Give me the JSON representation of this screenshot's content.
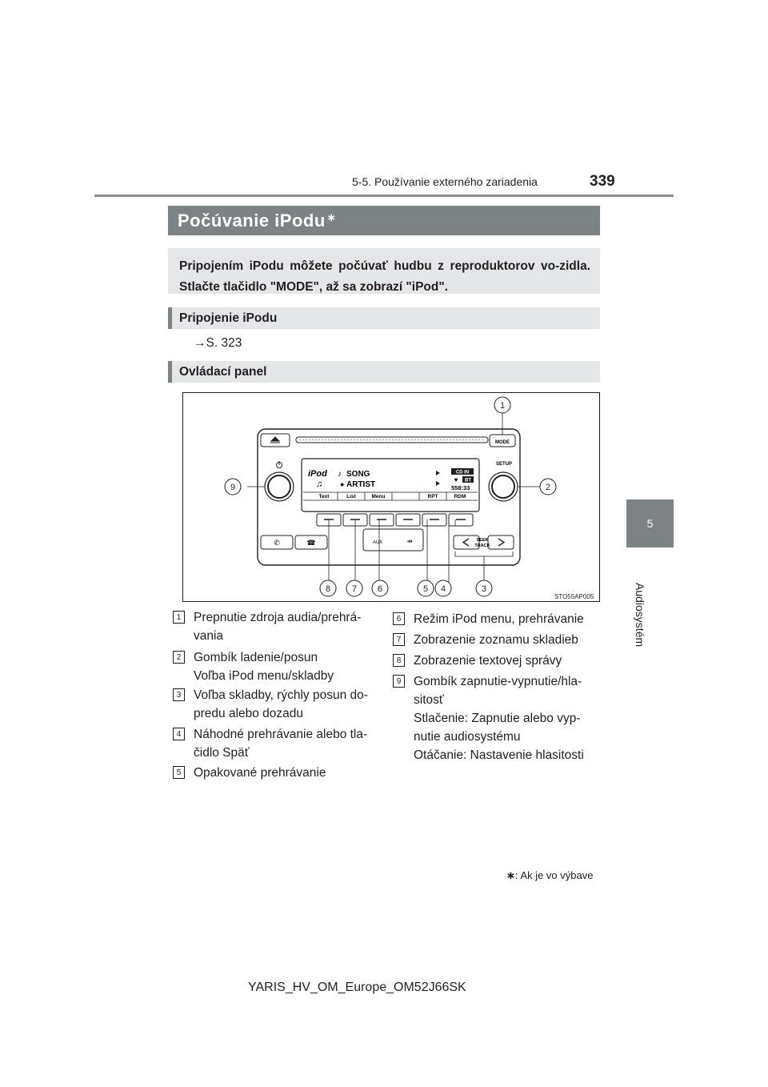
{
  "header": {
    "section": "5-5. Používanie externého zariadenia",
    "page_number": "339"
  },
  "chapter_tab": {
    "number": "5",
    "name": "Audiosystém"
  },
  "title": {
    "text": "Počúvanie iPodu",
    "mark": "∗"
  },
  "intro": "Pripojením iPodu môžete počúvať hudbu z reproduktorov vo-zidla. Stlačte tlačidlo \"MODE\", až sa zobrazí \"iPod\".",
  "sections": [
    {
      "heading": "Pripojenie iPodu",
      "body": "→S. 323"
    },
    {
      "heading": "Ovládací panel"
    }
  ],
  "figure": {
    "code": "STO55AP005",
    "buttons": {
      "mode": "MODE",
      "setup": "SETUP",
      "seek1": "SEEK",
      "seek2": "TRACK",
      "aux": "AUX"
    },
    "display": {
      "source": "iPod",
      "song": "SONG",
      "artist": "ARTIST",
      "cd_in": "CD IN",
      "bt": "BT",
      "time": "558:33",
      "soft_keys": [
        "Text",
        "List",
        "Menu",
        "RPT",
        "RDM"
      ]
    },
    "callouts": [
      "1",
      "2",
      "3",
      "4",
      "5",
      "6",
      "7",
      "8",
      "9"
    ]
  },
  "items_left": [
    {
      "num": "1",
      "lines": [
        "Prepnutie zdroja audia/prehrá-",
        "vania"
      ]
    },
    {
      "num": "2",
      "lines": [
        "Gombík ladenie/posun",
        "Voľba iPod menu/skladby"
      ]
    },
    {
      "num": "3",
      "lines": [
        "Voľba skladby, rýchly posun do-",
        "predu alebo dozadu"
      ]
    },
    {
      "num": "4",
      "lines": [
        "Náhodné prehrávanie alebo tla-",
        "čidlo Späť"
      ]
    },
    {
      "num": "5",
      "lines": [
        "Opakované prehrávanie"
      ]
    }
  ],
  "items_right": [
    {
      "num": "6",
      "lines": [
        "Režim iPod menu, prehrávanie"
      ]
    },
    {
      "num": "7",
      "lines": [
        "Zobrazenie zoznamu skladieb"
      ]
    },
    {
      "num": "8",
      "lines": [
        "Zobrazenie textovej správy"
      ]
    },
    {
      "num": "9",
      "lines": [
        "Gombík zapnutie-vypnutie/hla-",
        "sitosť",
        "Stlačenie: Zapnutie alebo vyp-",
        "nutie audiosystému",
        "Otáčanie: Nastavenie hlasitosti"
      ]
    }
  ],
  "footnote": {
    "mark": "∗",
    "text": ": Ak je vo výbave"
  },
  "footer_id": "YARIS_HV_OM_Europe_OM52J66SK"
}
